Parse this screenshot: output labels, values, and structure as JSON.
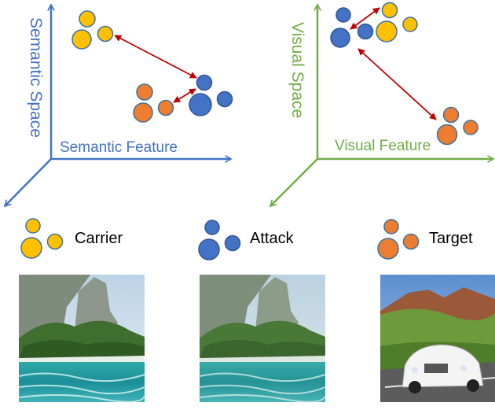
{
  "left_panel": {
    "axis_vertical_label": "Semantic Space",
    "axis_horizontal_label": "Semantic Feature",
    "axis_color": "#4472c4"
  },
  "right_panel": {
    "axis_vertical_label": "Visual Space",
    "axis_horizontal_label": "Visual Feature",
    "axis_color": "#70ad47"
  },
  "legend": [
    {
      "label": "Carrier",
      "color": "#ffc000"
    },
    {
      "label": "Attack",
      "color": "#4472c4"
    },
    {
      "label": "Target",
      "color": "#ed7d31"
    }
  ],
  "colors": {
    "carrier": "#ffc000",
    "attack": "#4472c4",
    "target": "#ed7d31",
    "arrow": "#c00000",
    "circle_outline": "#41719c"
  }
}
